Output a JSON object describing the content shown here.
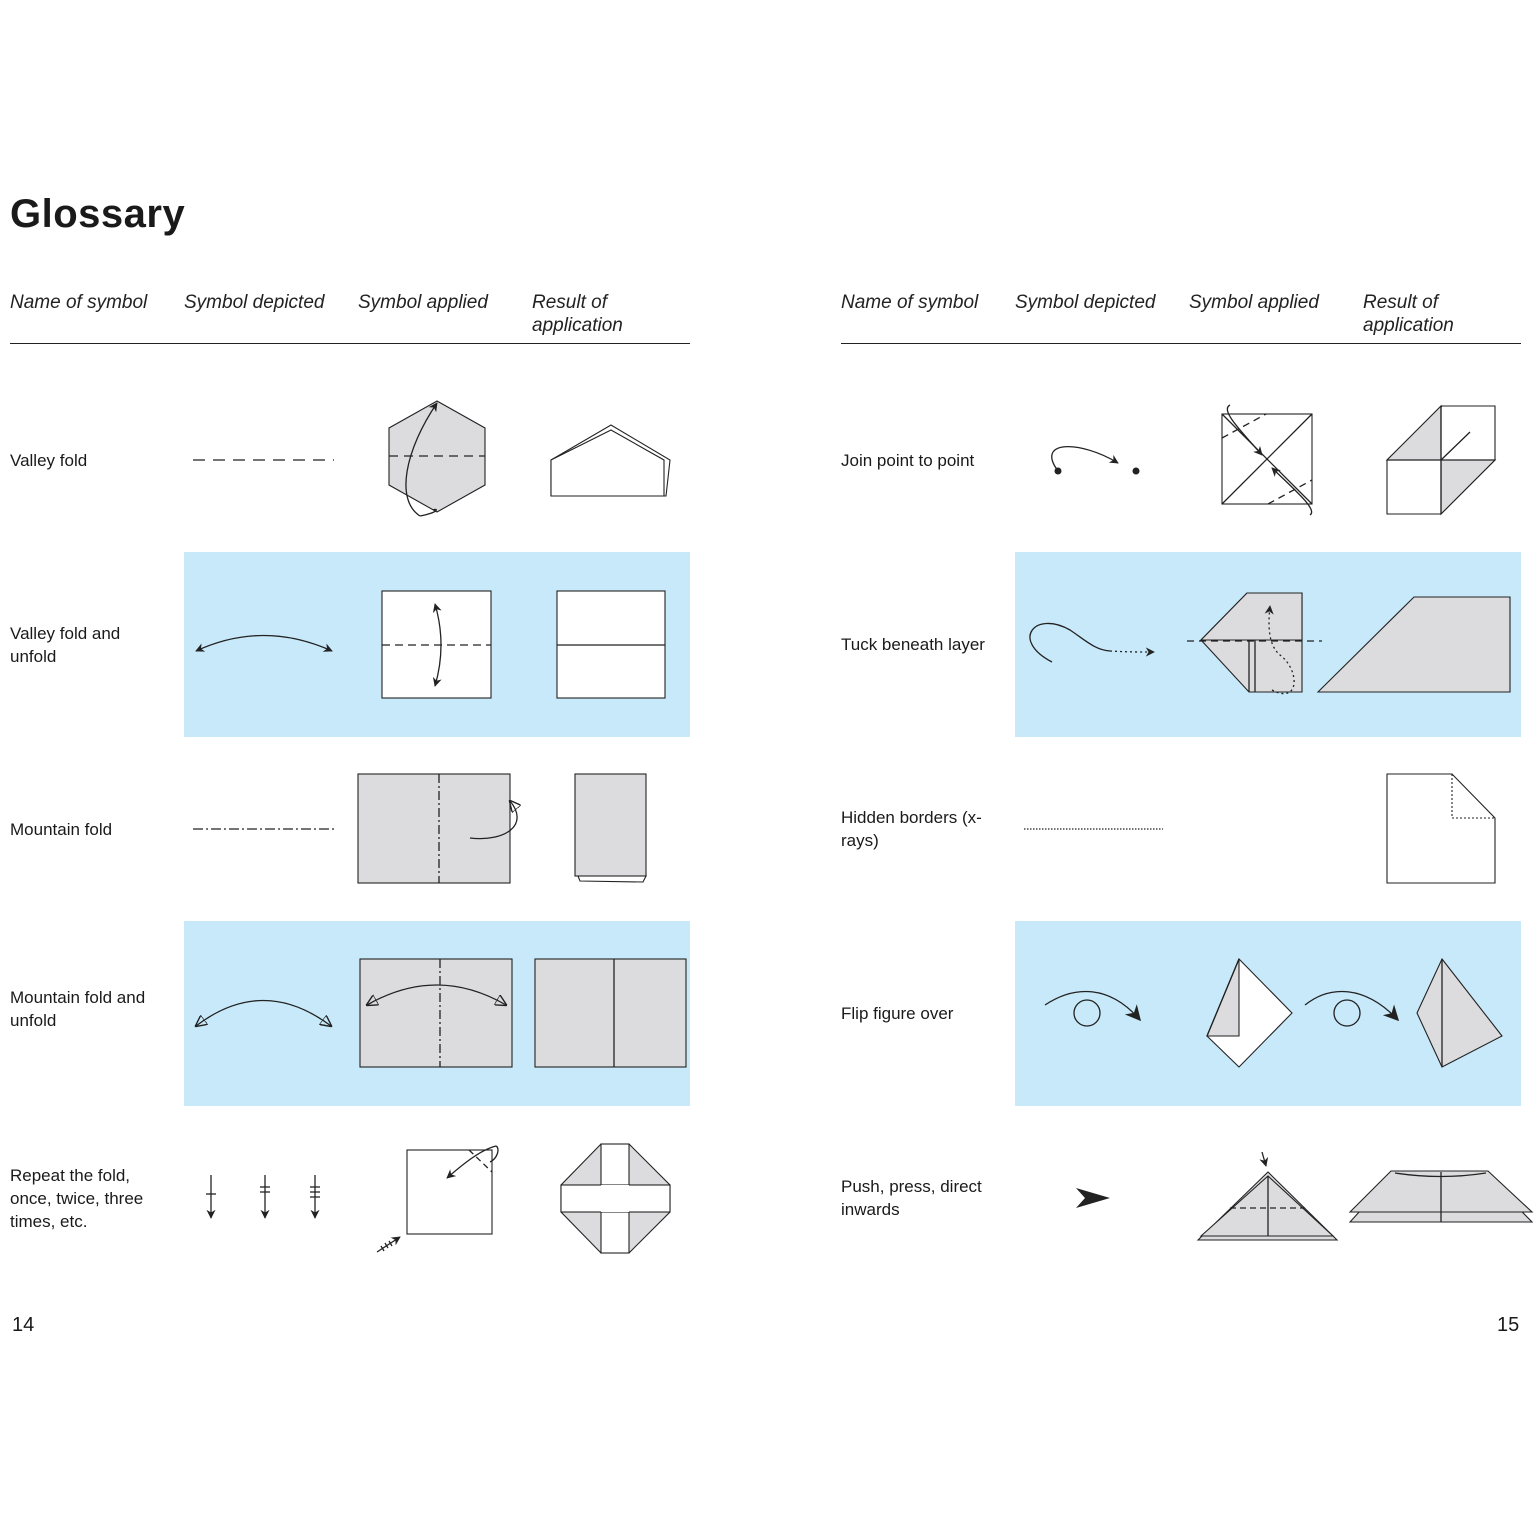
{
  "page": {
    "title": "Glossary",
    "page_left": "14",
    "page_right": "15"
  },
  "headers": {
    "left": [
      "Name of symbol",
      "Symbol depicted",
      "Symbol applied",
      "Result of application"
    ],
    "right": [
      "Name of symbol",
      "Symbol depicted",
      "Symbol applied",
      "Result of application"
    ]
  },
  "left_rows": [
    {
      "name": "Valley fold",
      "highlight": false
    },
    {
      "name": "Valley fold and unfold",
      "highlight": true
    },
    {
      "name": "Mountain fold",
      "highlight": false
    },
    {
      "name": "Mountain fold and unfold",
      "highlight": true
    },
    {
      "name": "Repeat the fold, once, twice, three times, etc.",
      "highlight": false
    }
  ],
  "right_rows": [
    {
      "name": "Join point to point",
      "highlight": false
    },
    {
      "name": "Tuck beneath layer",
      "highlight": true
    },
    {
      "name": "Hidden borders (x-rays)",
      "highlight": false
    },
    {
      "name": "Flip figure over",
      "highlight": true
    },
    {
      "name": "Push, press, direct inwards",
      "highlight": false
    }
  ],
  "colors": {
    "highlight_band": "#c8e9fa",
    "paper_grey": "#dcdcde",
    "ink": "#222222"
  }
}
